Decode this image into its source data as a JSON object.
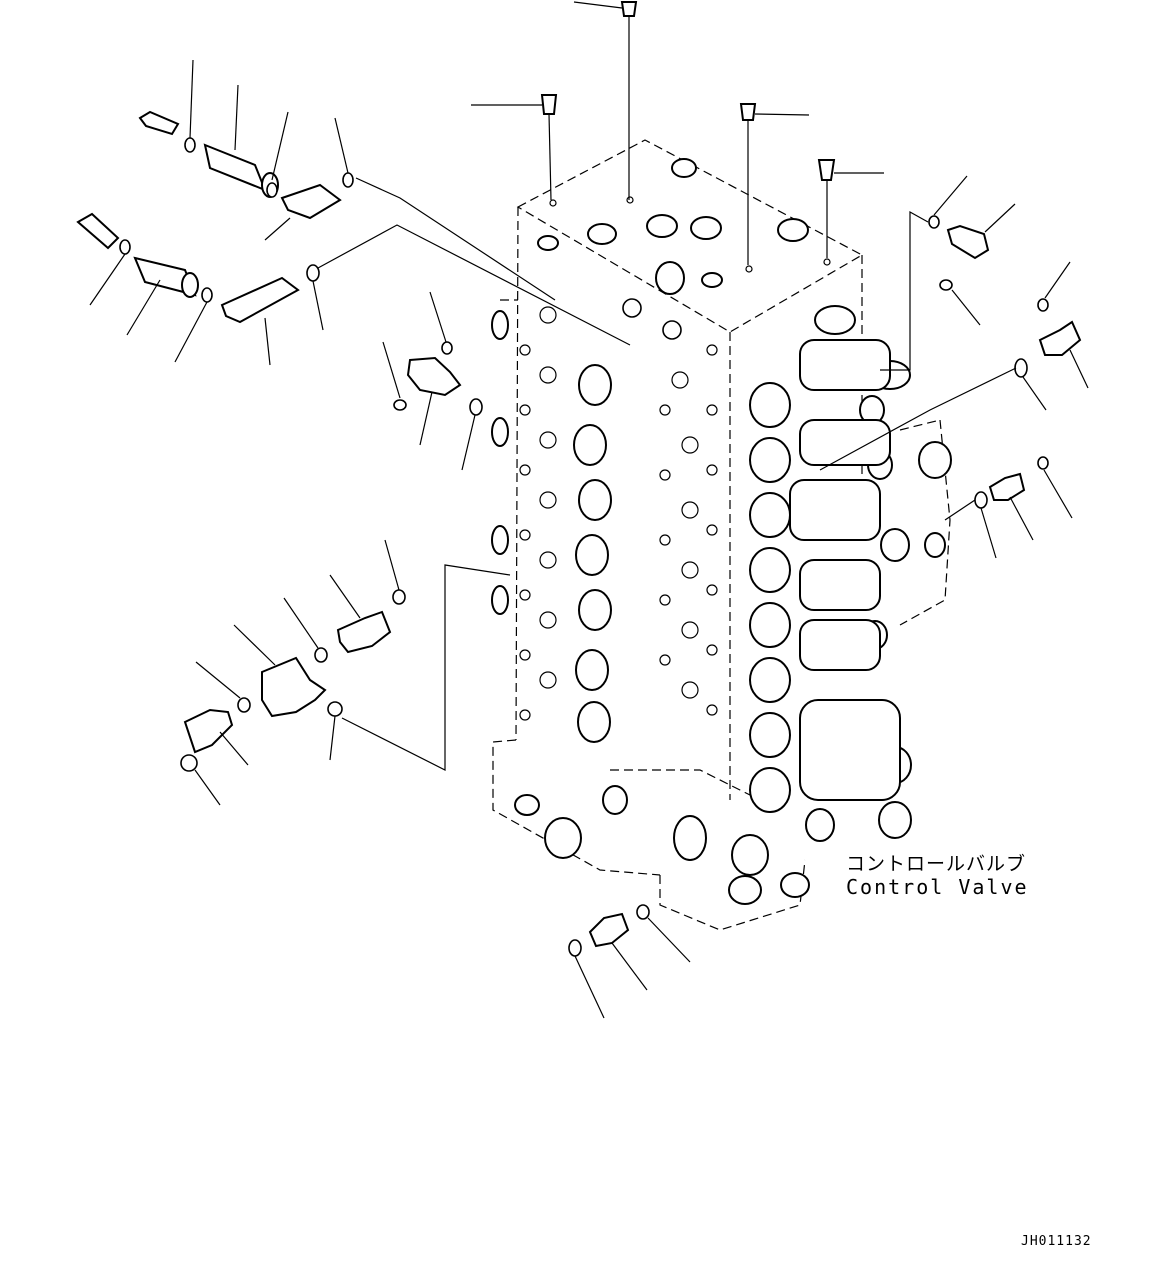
{
  "labels": {
    "component_jp": "コントロールバルブ",
    "component_en": "Control Valve",
    "drawing_code": "JH011132"
  },
  "icons": {
    "main": "control-valve-body",
    "fittings": "hydraulic-fitting-icon",
    "orings": "o-ring-icon",
    "plugs": "plug-icon"
  }
}
